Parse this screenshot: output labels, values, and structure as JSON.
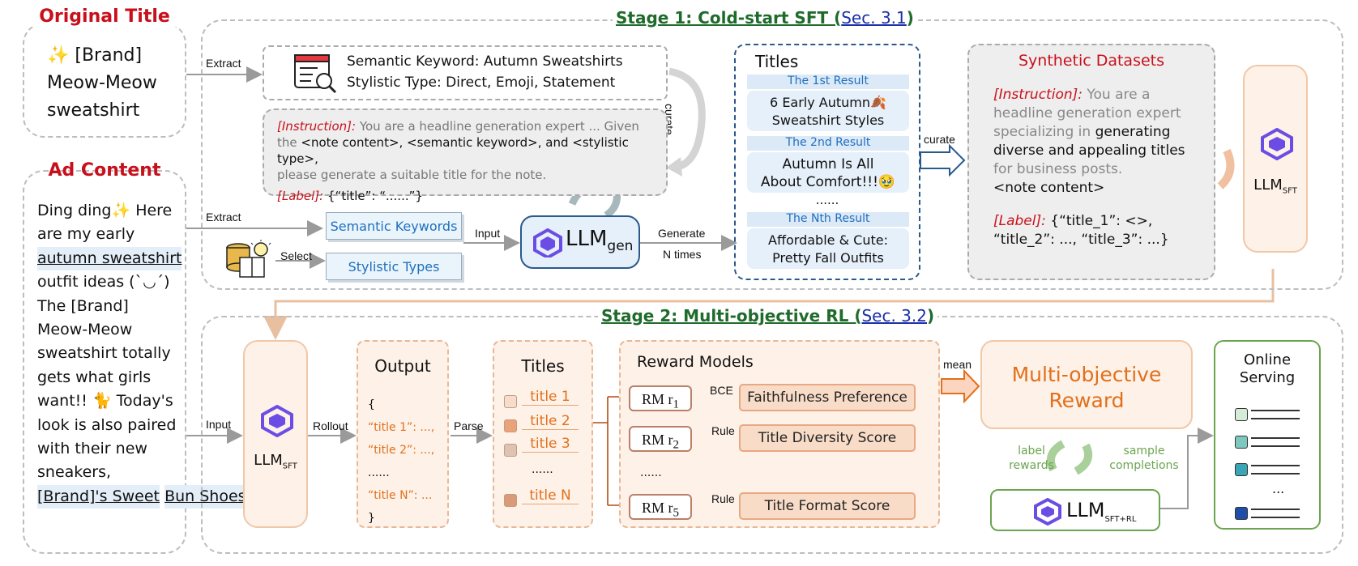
{
  "left": {
    "original_title_heading": "Original Title",
    "original_title_lines": [
      "✨ [Brand]",
      "Meow-Meow",
      "sweatshirt"
    ],
    "ad_content_heading": "Ad Content",
    "ad_lines": [
      "Ding ding✨ Here",
      "are my early",
      "autumn sweatshirt",
      "outfit ideas (ˋ◡ˊ)",
      "The [Brand]",
      "Meow-Meow",
      "sweatshirt totally",
      "gets what girls",
      "want!! 🐈 Today's",
      "look is also paired",
      "with their new",
      "sneakers,",
      "[Brand]'s Sweet",
      "Bun Shoes"
    ]
  },
  "stage1": {
    "title_prefix": "Stage 1: Cold-start SFT (",
    "title_link": "Sec. 3.1",
    "title_suffix": ")",
    "extract_1": "Extract",
    "extract_2": "Extract",
    "select": "Select",
    "input": "Input",
    "generate": "Generate",
    "n_times": "N times",
    "curate_side": "curate",
    "curate_arrow": "curate",
    "kw_line1_label": "Semantic Keyword: ",
    "kw_line1_value": "Autumn Sweatshirts",
    "kw_line2_label": "Stylistic Type: ",
    "kw_line2_value": "Direct, Emoji, Statement",
    "instr_label": "[Instruction]:",
    "instr_text_1": " You are a headline generation expert ... Given",
    "instr_text_2a": "the ",
    "instr_text_2b": "<note content>, <semantic keyword>, and <stylistic type>,",
    "instr_text_3": "please generate a suitable title for the note.",
    "label_label": "[Label]:",
    "label_text": " {“title”: “......”}",
    "semantic_keywords": "Semantic Keywords",
    "stylistic_types": "Stylistic Types",
    "llm_gen": "LLM",
    "llm_gen_sub": "gen",
    "titles_heading": "Titles",
    "results": [
      {
        "head": "The 1st Result",
        "body": "6 Early Autumn🍂\nSweatshirt Styles"
      },
      {
        "head": "The 2nd Result",
        "body": "Autumn Is All\nAbout Comfort!!!🥹"
      },
      {
        "head": "The Nth Result",
        "body": "Affordable & Cute:\nPretty Fall Outfits"
      }
    ],
    "results_ellipsis": "......",
    "synthetic_heading": "Synthetic Datasets",
    "syn_instr_label": "[Instruction]:",
    "syn_instr_gray1": " You are a",
    "syn_instr_gray2": "headline generation expert",
    "syn_instr_gray3": "specializing in ",
    "syn_instr_black3": "generating",
    "syn_instr_black4": "diverse and appealing titles",
    "syn_instr_gray5": "for business posts.",
    "syn_note": "<note content>",
    "syn_label_label": "[Label]:",
    "syn_label_1": " {“title_1”: <>,",
    "syn_label_2": "“title_2”: ..., “title_3”: ...}",
    "llm_sft": "LLM",
    "llm_sft_sub": "SFT"
  },
  "stage2": {
    "title_prefix": "Stage 2: Multi-objective RL (",
    "title_link": "Sec. 3.2",
    "title_suffix": ")",
    "input": "Input",
    "rollout": "Rollout",
    "parse": "Parse",
    "llm_sft": "LLM",
    "llm_sft_sub": "SFT",
    "output_heading": "Output",
    "output_lines": [
      "{",
      "“title 1”: ...,",
      "“title 2”: ...,",
      "......",
      "“title N”: ...",
      "}"
    ],
    "titles_heading": "Titles",
    "titles": [
      "title 1",
      "title 2",
      "title 3",
      "......",
      "title N"
    ],
    "reward_heading": "Reward Models",
    "rms": [
      {
        "rm": "RM r",
        "sub": "1",
        "edge": "BCE",
        "source": "Faithfulness Preference"
      },
      {
        "rm": "RM r",
        "sub": "2",
        "edge": "Rule",
        "source": "Title Diversity Score"
      },
      {
        "rm": "RM r",
        "sub": "5",
        "edge": "Rule",
        "source": "Title Format Score"
      }
    ],
    "rm_ellipsis": "......",
    "mean": "mean",
    "mor_line1": "Multi-objective",
    "mor_line2": "Reward",
    "label_rewards": "label\nrewards",
    "sample_completions": "sample\ncompletions",
    "llm_final": "LLM",
    "llm_final_sub": "SFT+RL",
    "online_heading": "Online\nServing",
    "online_ellipsis": "..."
  },
  "colors": {
    "red": "#c8101c",
    "blue_link": "#1a2fa8",
    "green_title": "#1f6b2b",
    "orange": "#e2701b",
    "navy_dash": "#2a5a8c",
    "green_box": "#6ba54f"
  }
}
